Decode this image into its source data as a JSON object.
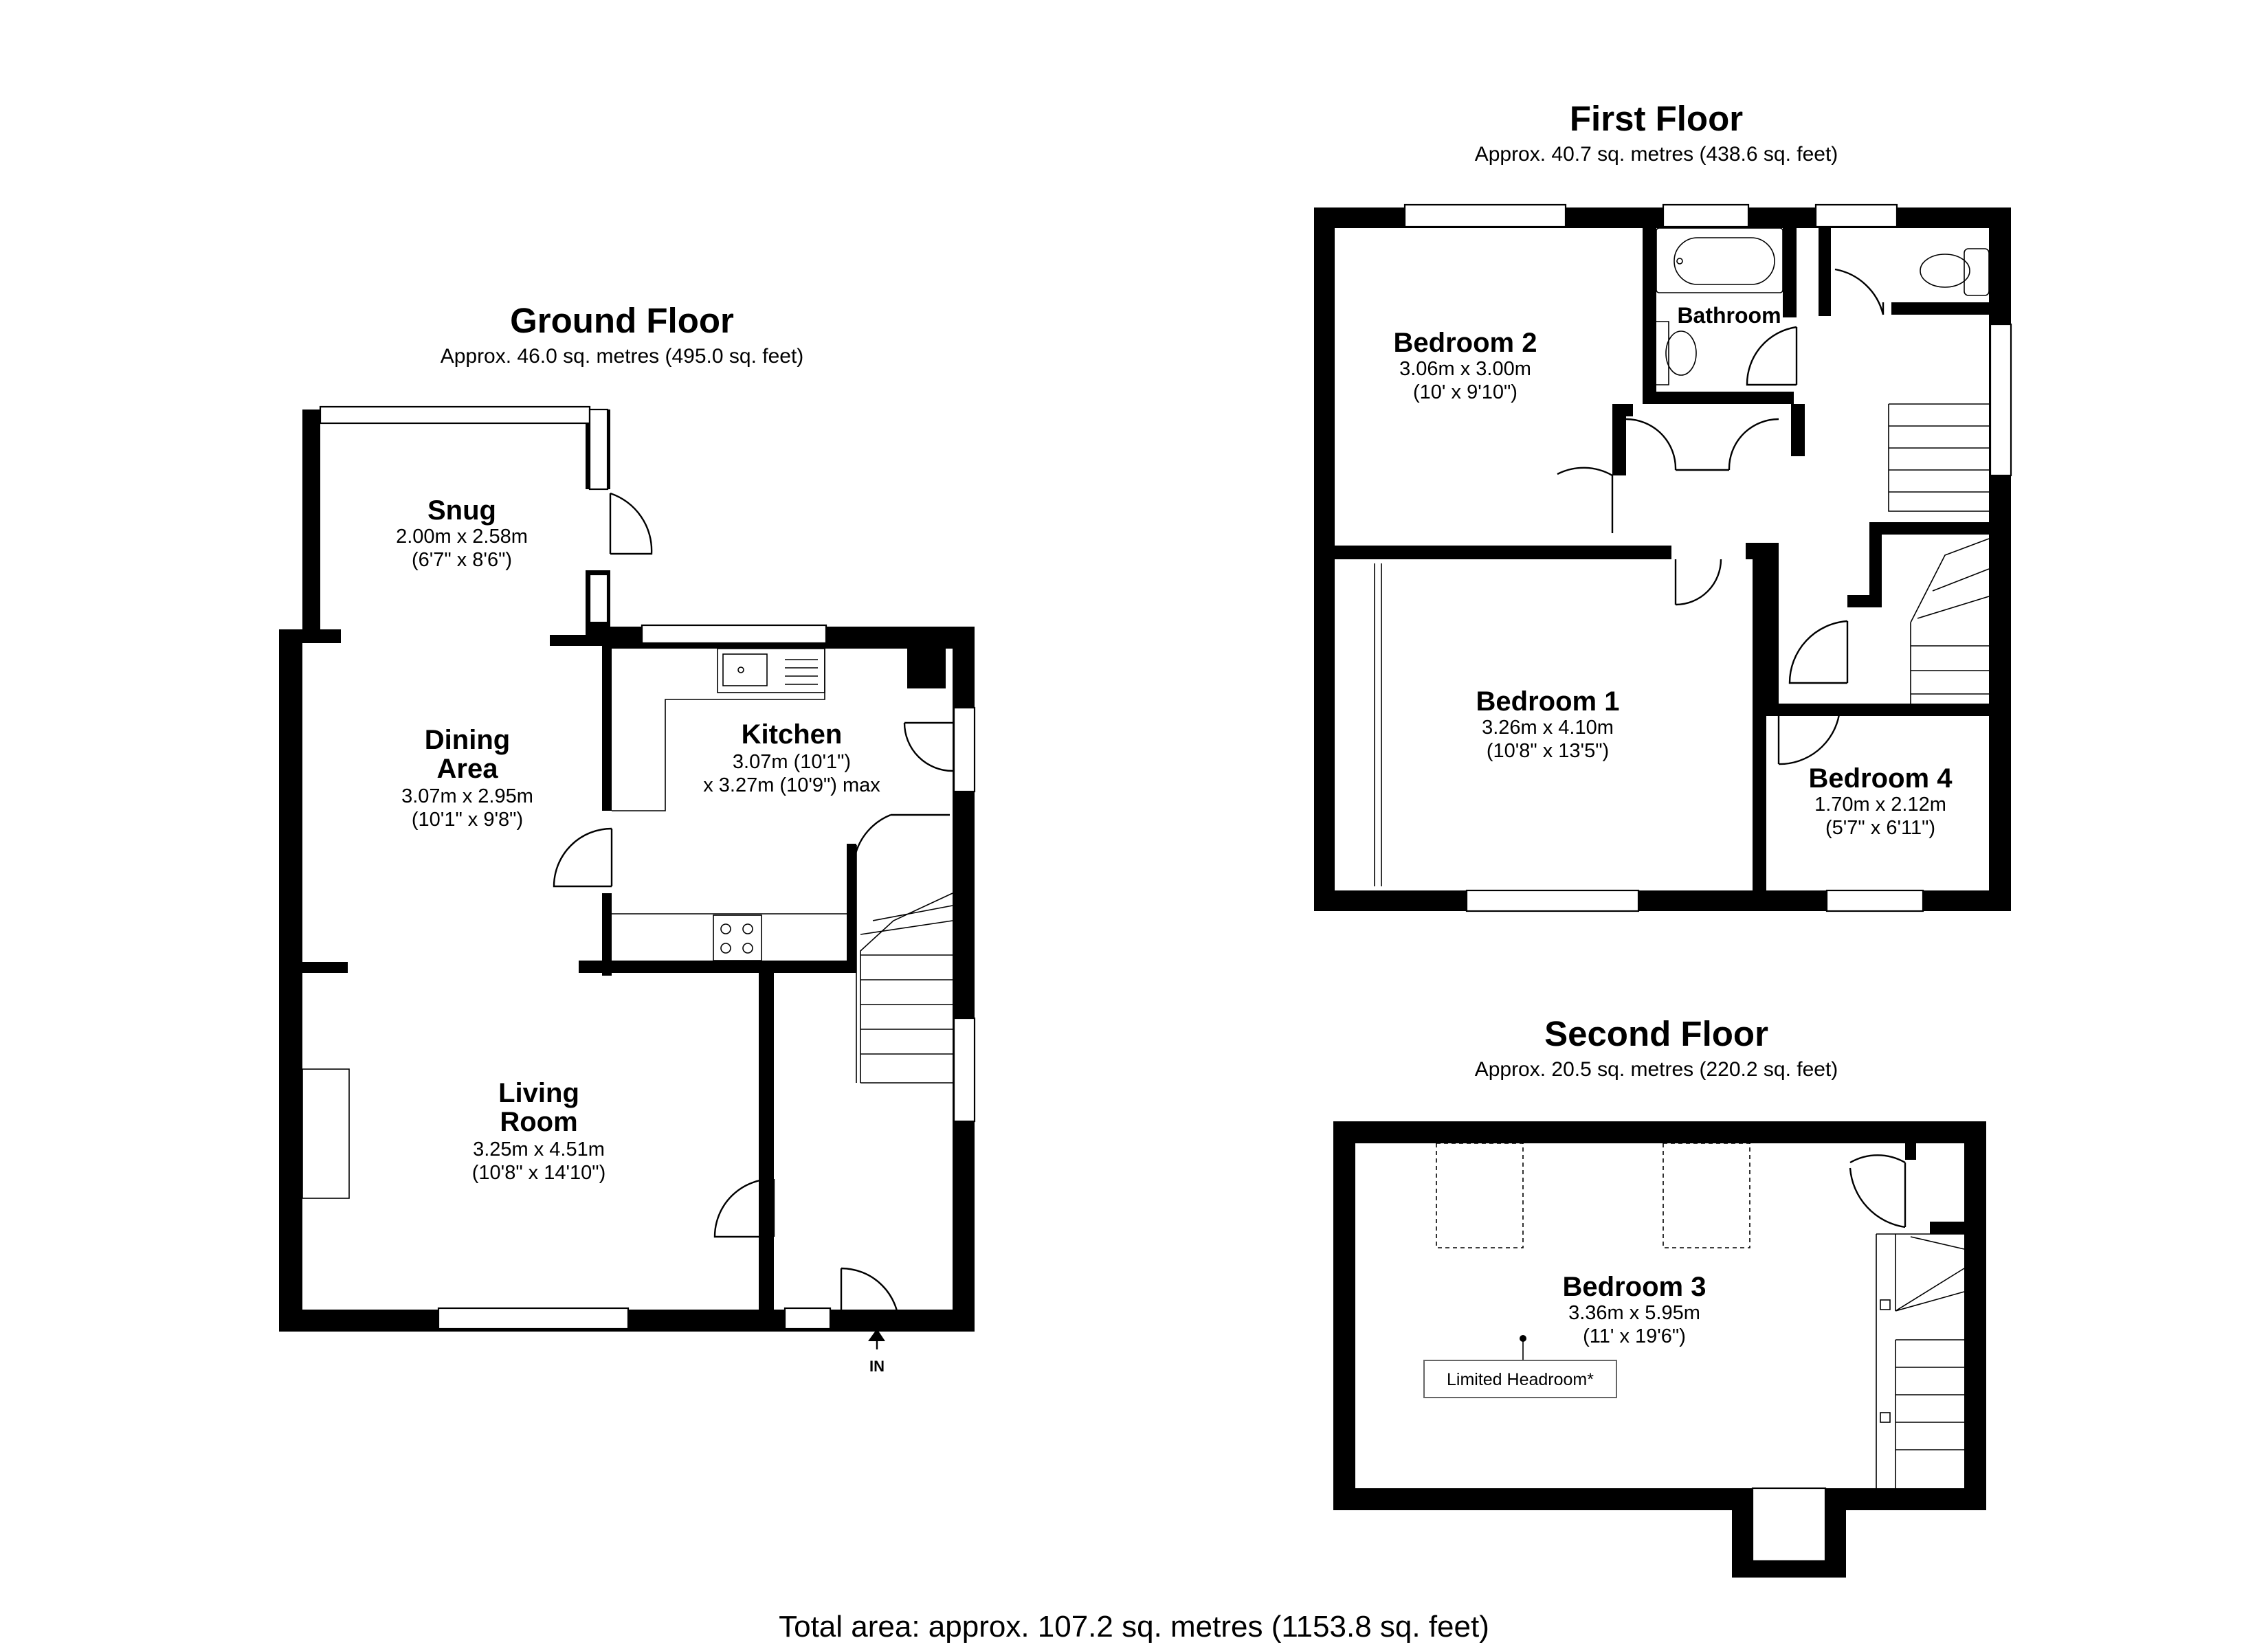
{
  "floors": {
    "ground": {
      "title": "Ground Floor",
      "area": "Approx. 46.0 sq. metres (495.0 sq. feet)",
      "rooms": {
        "snug": {
          "name": "Snug",
          "dim1": "2.00m x 2.58m",
          "dim2": "(6'7\" x 8'6\")"
        },
        "dining": {
          "name1": "Dining",
          "name2": "Area",
          "dim1": "3.07m x 2.95m",
          "dim2": "(10'1\" x 9'8\")"
        },
        "kitchen": {
          "name": "Kitchen",
          "dim1": "3.07m (10'1\")",
          "dim2": "x 3.27m (10'9\") max"
        },
        "living": {
          "name1": "Living",
          "name2": "Room",
          "dim1": "3.25m x 4.51m",
          "dim2": "(10'8\" x 14'10\")"
        }
      },
      "entrance_label": "IN"
    },
    "first": {
      "title": "First Floor",
      "area": "Approx. 40.7 sq. metres (438.6 sq. feet)",
      "rooms": {
        "bedroom2": {
          "name": "Bedroom 2",
          "dim1": "3.06m x 3.00m",
          "dim2": "(10' x 9'10\")"
        },
        "bathroom": {
          "name": "Bathroom"
        },
        "bedroom1": {
          "name": "Bedroom 1",
          "dim1": "3.26m x 4.10m",
          "dim2": "(10'8\" x 13'5\")"
        },
        "bedroom4": {
          "name": "Bedroom 4",
          "dim1": "1.70m x 2.12m",
          "dim2": "(5'7\" x 6'11\")"
        }
      }
    },
    "second": {
      "title": "Second Floor",
      "area": "Approx. 20.5 sq. metres (220.2 sq. feet)",
      "rooms": {
        "bedroom3": {
          "name": "Bedroom 3",
          "dim1": "3.36m x 5.95m",
          "dim2": "(11' x 19'6\")",
          "note": "Limited Headroom*"
        }
      }
    }
  },
  "total_area": "Total area: approx. 107.2 sq. metres (1153.8 sq. feet)"
}
